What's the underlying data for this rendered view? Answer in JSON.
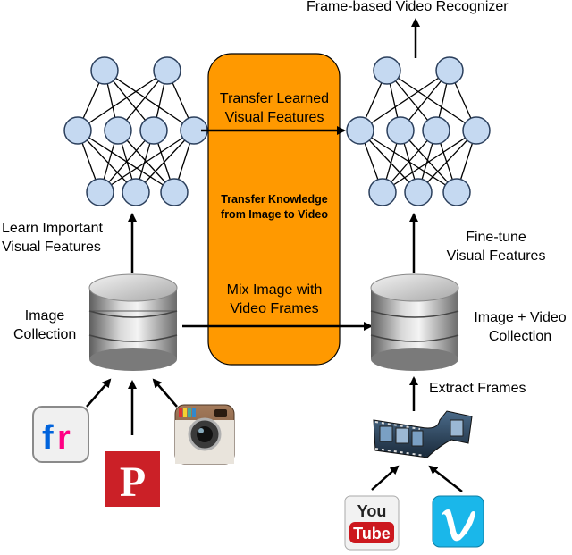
{
  "labels": {
    "top_title": "Frame-based Video Recognizer",
    "transfer_features_line1": "Transfer Learned",
    "transfer_features_line2": "Visual Features",
    "transfer_knowledge_line1": "Transfer Knowledge",
    "transfer_knowledge_line2": "from Image to Video",
    "mix_line1": "Mix Image with",
    "mix_line2": "Video Frames",
    "learn_line1": "Learn Important",
    "learn_line2": "Visual Features",
    "finetune_line1": "Fine-tune",
    "finetune_line2": "Visual Features",
    "image_collection_line1": "Image",
    "image_collection_line2": "Collection",
    "image_video_line1": "Image + Video",
    "image_video_line2": "Collection",
    "extract_frames": "Extract Frames"
  },
  "logos": {
    "flickr": "fr",
    "pinterest": "P",
    "youtube_top": "You",
    "youtube_bottom": "Tube",
    "vimeo": "V"
  },
  "colors": {
    "panel": "#FF9900",
    "node_fill": "#C5D9F1",
    "node_stroke": "#2B3F5C",
    "flickr_blue": "#0063DC",
    "flickr_pink": "#FF0084",
    "pinterest": "#CB2027",
    "youtube_red": "#CC181E",
    "vimeo": "#1AB7EA"
  }
}
